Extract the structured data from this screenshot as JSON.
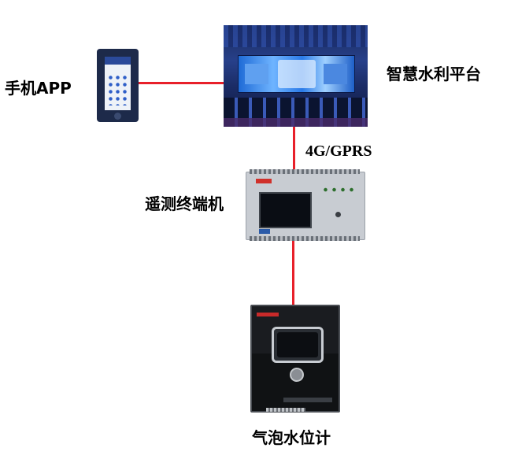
{
  "labels": {
    "phone_app": "手机APP",
    "platform": "智慧水利平台",
    "network": "4G/GPRS",
    "rtu": "遥测终端机",
    "gauge": "气泡水位计"
  },
  "colors": {
    "connector": "#e8202a",
    "text": "#000000",
    "background": "#ffffff"
  },
  "nodes": [
    {
      "id": "phone",
      "icon": "smartphone-icon"
    },
    {
      "id": "platform",
      "icon": "control-center-photo"
    },
    {
      "id": "rtu",
      "icon": "telemetry-terminal-photo"
    },
    {
      "id": "gauge",
      "icon": "bubble-water-level-gauge-photo"
    }
  ],
  "links": [
    {
      "from": "phone",
      "to": "platform"
    },
    {
      "from": "platform",
      "to": "rtu",
      "label_key": "network"
    },
    {
      "from": "rtu",
      "to": "gauge"
    }
  ]
}
